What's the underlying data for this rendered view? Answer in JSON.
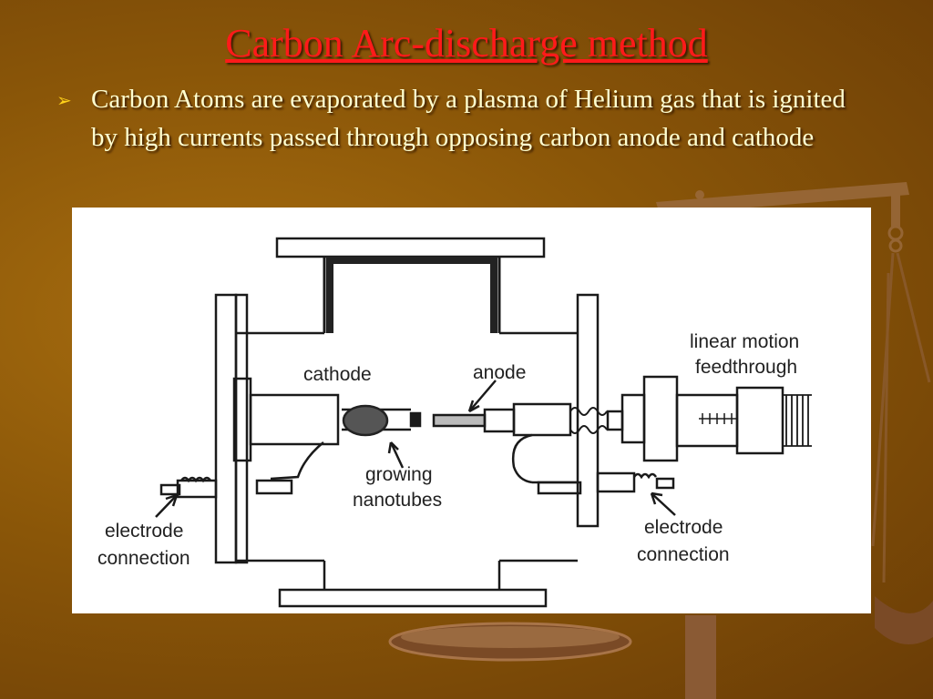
{
  "slide": {
    "title": "Carbon Arc-discharge method",
    "bullet_marker": "➢",
    "bullet": "Carbon Atoms are evaporated by a plasma of Helium gas that is ignited by high currents passed through opposing carbon anode and cathode"
  },
  "diagram": {
    "labels": {
      "cathode": "cathode",
      "anode": "anode",
      "feed_line1": "linear motion",
      "feed_line2": "feedthrough",
      "growing_line1": "growing",
      "growing_line2": "nanotubes",
      "elec_left_line1": "electrode",
      "elec_left_line2": "connection",
      "elec_right_line1": "electrode",
      "elec_right_line2": "connection"
    }
  },
  "colors": {
    "title": "#ff1a1a",
    "bullet_text": "#ffffd0",
    "bullet_marker": "#ffd21a"
  }
}
